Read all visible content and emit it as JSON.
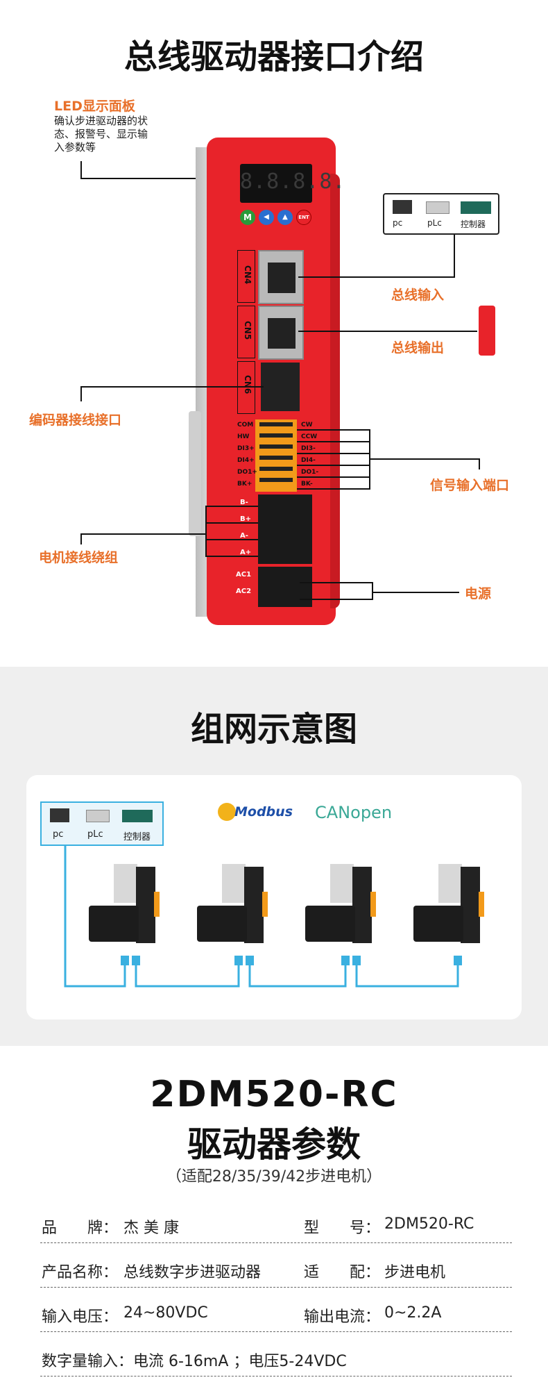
{
  "section1": {
    "title": "总线驱动器接口介绍",
    "led_panel": {
      "title": "LED显示面板",
      "desc_lines": [
        "确认步进驱动器的状",
        "态、报警号、显示输",
        "入参数等"
      ]
    },
    "display_digits": "8.8.8.8.",
    "buttons": [
      "M",
      "◀",
      "▲",
      "ENT"
    ],
    "ports": [
      "CN4",
      "CN5",
      "CN6"
    ],
    "devices": [
      "pc",
      "pLc",
      "控制器"
    ],
    "labels": {
      "bus_in": "总线输入",
      "bus_out": "总线输出",
      "encoder": "编码器接线接口",
      "signal": "信号输入端口",
      "motor": "电机接线绕组",
      "power": "电源"
    },
    "signal_pins_left": [
      "COM",
      "HW",
      "DI3+",
      "DI4+",
      "DO1+",
      "BK+"
    ],
    "signal_pins_right": [
      "CW",
      "CCW",
      "DI3-",
      "DI4-",
      "DO1-",
      "BK-"
    ],
    "motor_pins": [
      "B-",
      "B+",
      "A-",
      "A+"
    ],
    "power_pins": [
      "AC1",
      "AC2"
    ]
  },
  "section2": {
    "title": "组网示意图",
    "devices": [
      "pc",
      "pLc",
      "控制器"
    ],
    "protocols": [
      "Modbus",
      "CANopen"
    ]
  },
  "section3": {
    "title_line1": "2DM520-RC",
    "title_line2": "驱动器参数",
    "subtitle": "（适配28/35/39/42步进电机）",
    "params": [
      [
        {
          "k": "品　　牌：",
          "v": "杰 美 康"
        },
        {
          "k": "型　　号：",
          "v": "2DM520-RC"
        }
      ],
      [
        {
          "k": "产品名称：",
          "v": "总线数字步进驱动器"
        },
        {
          "k": "适　　配：",
          "v": "步进电机"
        }
      ],
      [
        {
          "k": "输入电压：",
          "v": "24~80VDC"
        },
        {
          "k": "输出电流：",
          "v": "0~2.2A"
        }
      ],
      [
        {
          "k": "数字量输入：",
          "v": "电流  6-16mA ；电压5-24VDC"
        }
      ]
    ]
  },
  "colors": {
    "accent": "#e8702a",
    "driver_red": "#e8232a",
    "cable_blue": "#3ab0e0"
  }
}
